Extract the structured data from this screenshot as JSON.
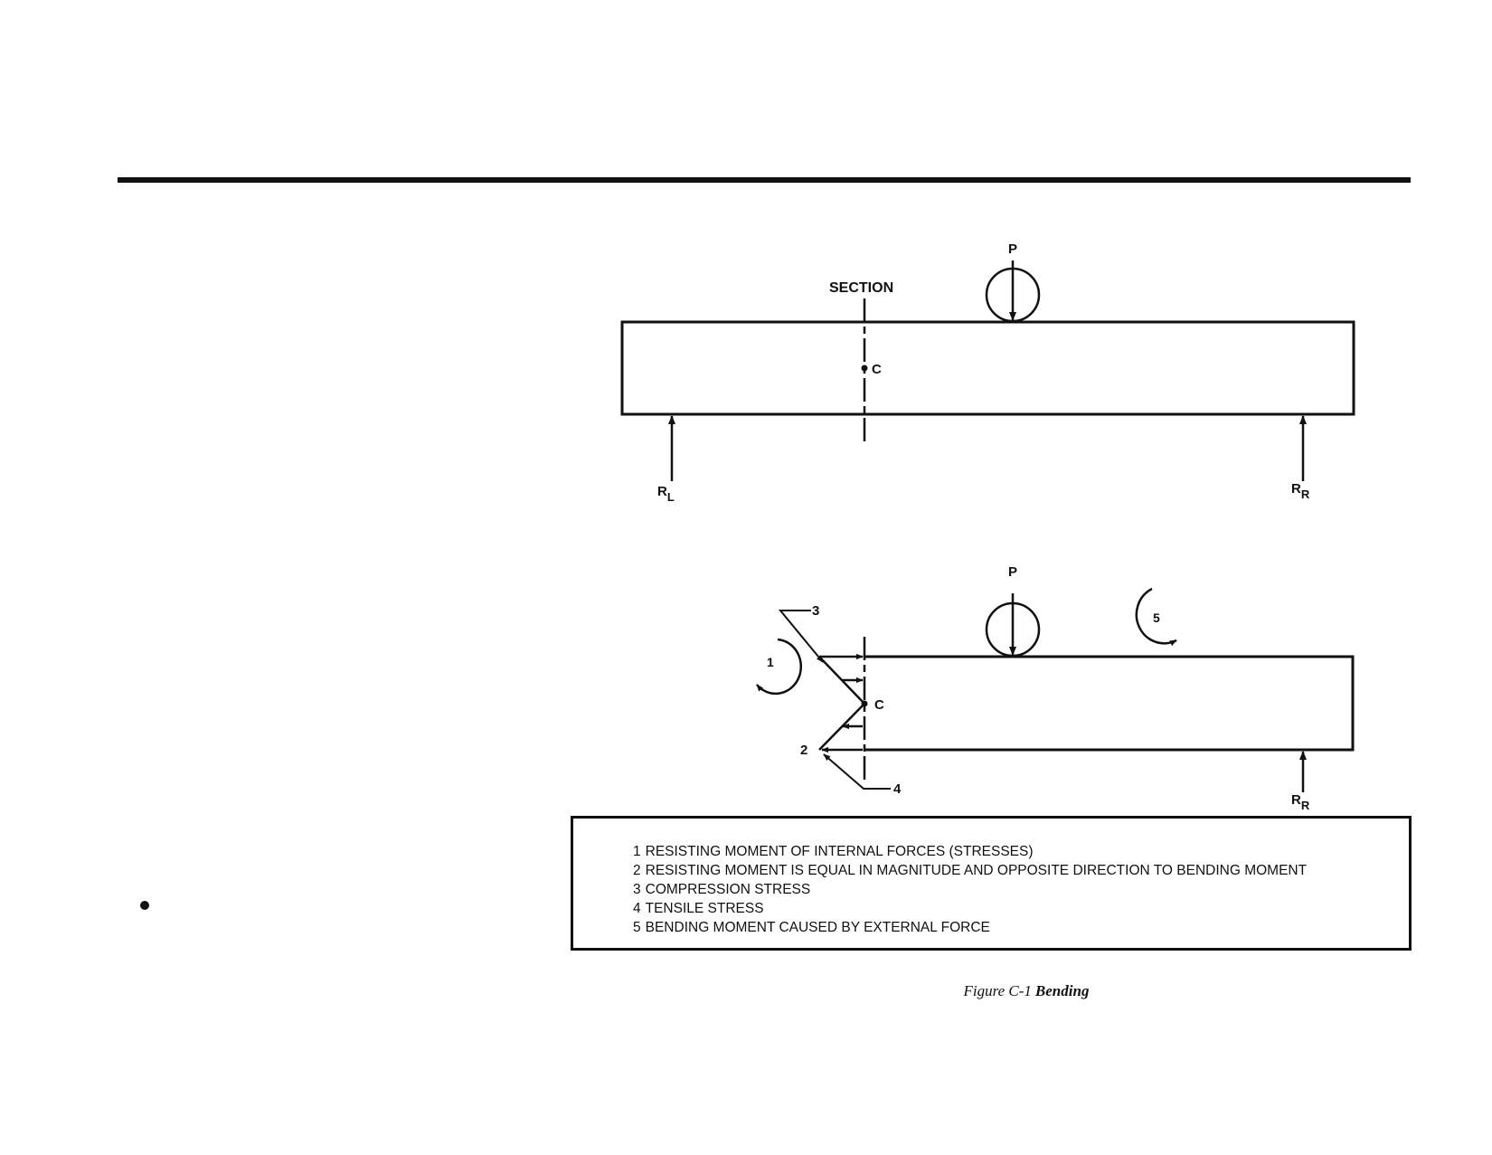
{
  "diagram": {
    "top": {
      "section_label": "SECTION",
      "load_label": "P",
      "point_label": "C",
      "left_reaction": {
        "main": "R",
        "sub": "L"
      },
      "right_reaction": {
        "main": "R",
        "sub": "R"
      }
    },
    "bottom": {
      "load_label": "P",
      "point_label": "C",
      "callouts": [
        "1",
        "2",
        "3",
        "4",
        "5"
      ],
      "right_reaction": {
        "main": "R",
        "sub": "R"
      }
    }
  },
  "legend": [
    {
      "num": "1",
      "text": "RESISTING MOMENT OF INTERNAL FORCES (STRESSES)"
    },
    {
      "num": "2",
      "text": "RESISTING MOMENT IS EQUAL IN MAGNITUDE AND OPPOSITE DIRECTION TO BENDING MOMENT"
    },
    {
      "num": "3",
      "text": "COMPRESSION STRESS"
    },
    {
      "num": "4",
      "text": "TENSILE STRESS"
    },
    {
      "num": "5",
      "text": "BENDING MOMENT CAUSED BY EXTERNAL FORCE"
    }
  ],
  "caption": {
    "prefix": "Figure C-1",
    "title": "Bending"
  }
}
